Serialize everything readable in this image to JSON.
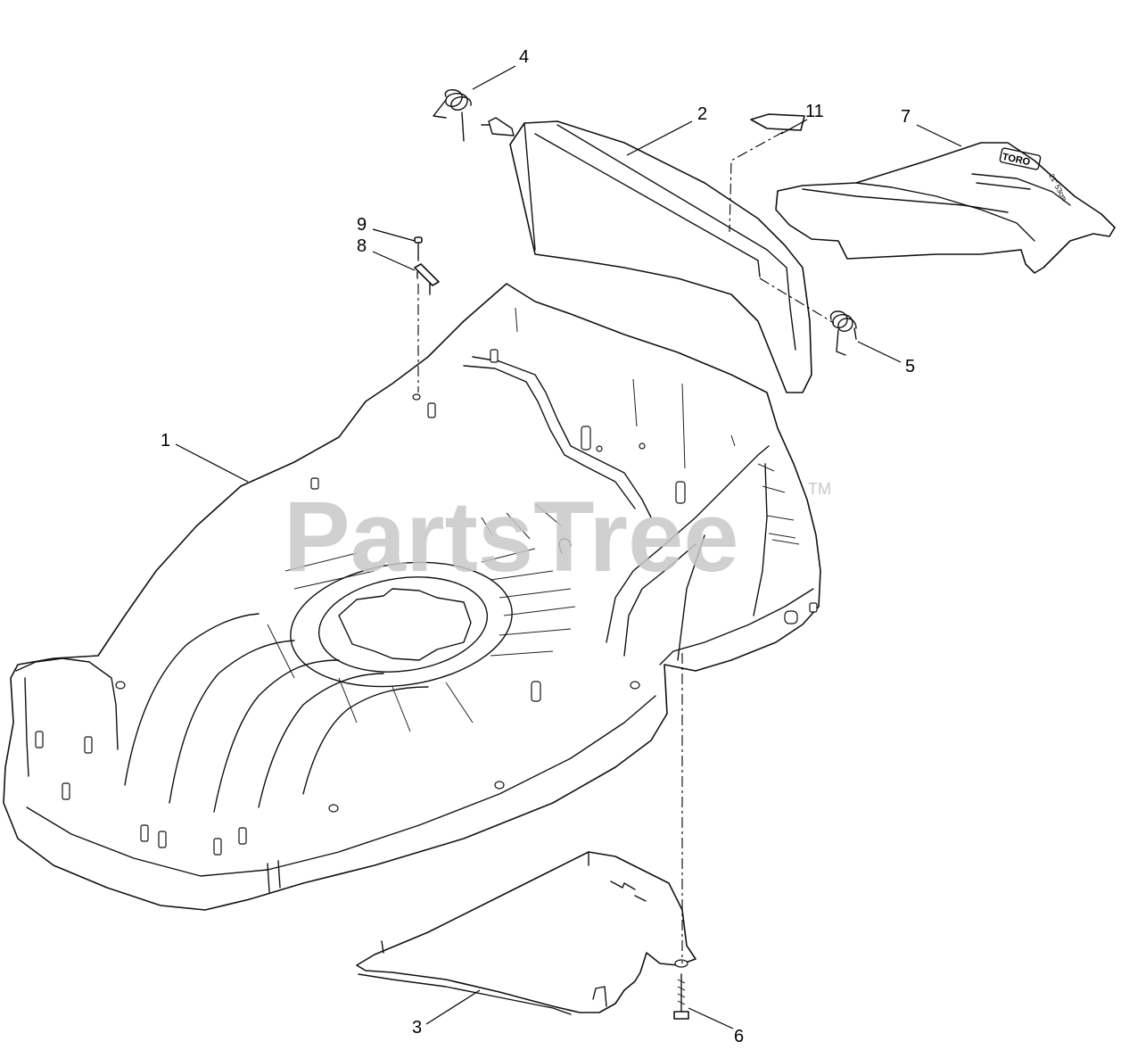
{
  "watermark": {
    "text": "PartsTree",
    "trademark": "TM"
  },
  "callouts": [
    {
      "id": "1",
      "label": "1",
      "part": "housing"
    },
    {
      "id": "2",
      "label": "2",
      "part": "rear-door"
    },
    {
      "id": "3",
      "label": "3",
      "part": "baffle"
    },
    {
      "id": "4",
      "label": "4",
      "part": "spring-left"
    },
    {
      "id": "5",
      "label": "5",
      "part": "spring-right"
    },
    {
      "id": "6",
      "label": "6",
      "part": "bolt"
    },
    {
      "id": "7",
      "label": "7",
      "part": "rear-cover"
    },
    {
      "id": "8",
      "label": "8",
      "part": "clip"
    },
    {
      "id": "9",
      "label": "9",
      "part": "screw"
    },
    {
      "id": "11",
      "label": "11",
      "part": "decal"
    }
  ],
  "rear_cover": {
    "logo": "TORO",
    "model": "21\" 53cm"
  }
}
